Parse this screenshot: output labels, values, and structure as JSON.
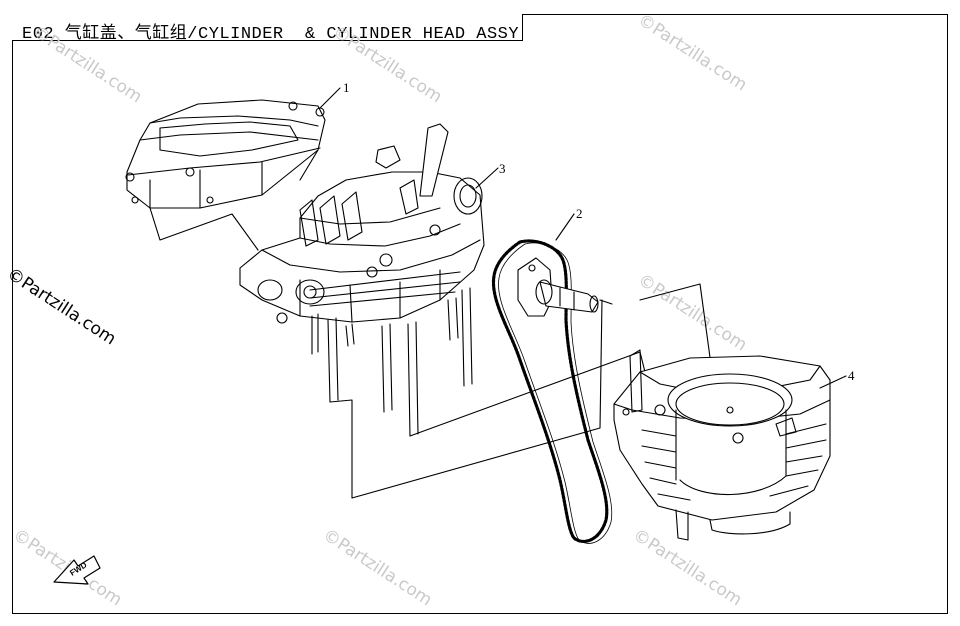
{
  "title": "E02 气缸盖、气缸组/CYLINDER  & CYLINDER HEAD ASSY",
  "callouts": {
    "c1": "1",
    "c2": "2",
    "c3": "3",
    "c4": "4"
  },
  "parts": {
    "cover": "cylinder-head-cover",
    "head": "cylinder-head",
    "chain": "timing-chain",
    "cylinder": "cylinder-block"
  },
  "fwd_label": "FWD",
  "watermark_text": "©Partzilla.com",
  "side_watermark": "©Partzilla.com",
  "colors": {
    "line": "#000000",
    "watermark": "#c9c9c9"
  }
}
